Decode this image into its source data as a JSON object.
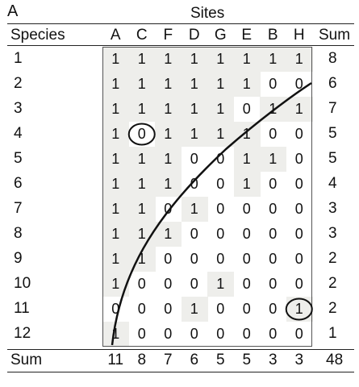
{
  "panel_label": "A",
  "sites_label": "Sites",
  "species_label": "Species",
  "sum_label": "Sum",
  "sites": [
    "A",
    "C",
    "F",
    "D",
    "G",
    "E",
    "B",
    "H"
  ],
  "species": [
    "1",
    "2",
    "3",
    "4",
    "5",
    "6",
    "7",
    "8",
    "9",
    "10",
    "11",
    "12"
  ],
  "matrix": [
    [
      "1",
      "1",
      "1",
      "1",
      "1",
      "1",
      "1",
      "1"
    ],
    [
      "1",
      "1",
      "1",
      "1",
      "1",
      "1",
      "0",
      "0"
    ],
    [
      "1",
      "1",
      "1",
      "1",
      "1",
      "0",
      "1",
      "1"
    ],
    [
      "1",
      "0",
      "1",
      "1",
      "1",
      "1",
      "0",
      "0"
    ],
    [
      "1",
      "1",
      "1",
      "0",
      "0",
      "1",
      "1",
      "0"
    ],
    [
      "1",
      "1",
      "1",
      "0",
      "0",
      "1",
      "0",
      "0"
    ],
    [
      "1",
      "1",
      "0",
      "1",
      "0",
      "0",
      "0",
      "0"
    ],
    [
      "1",
      "1",
      "1",
      "0",
      "0",
      "0",
      "0",
      "0"
    ],
    [
      "1",
      "1",
      "0",
      "0",
      "0",
      "0",
      "0",
      "0"
    ],
    [
      "1",
      "0",
      "0",
      "0",
      "1",
      "0",
      "0",
      "0"
    ],
    [
      "0",
      "0",
      "0",
      "1",
      "0",
      "0",
      "0",
      "1"
    ],
    [
      "1",
      "0",
      "0",
      "0",
      "0",
      "0",
      "0",
      "0"
    ]
  ],
  "row_sums": [
    "8",
    "6",
    "7",
    "5",
    "5",
    "4",
    "3",
    "3",
    "2",
    "2",
    "2",
    "1"
  ],
  "column_sums": [
    "11",
    "8",
    "7",
    "6",
    "5",
    "5",
    "3",
    "3"
  ],
  "grand_total": "48",
  "circled_cells": [
    {
      "species_index": 3,
      "site_index": 1
    },
    {
      "species_index": 10,
      "site_index": 7
    }
  ],
  "colors": {
    "shade": "#eeeeeb",
    "ink": "#111111"
  }
}
